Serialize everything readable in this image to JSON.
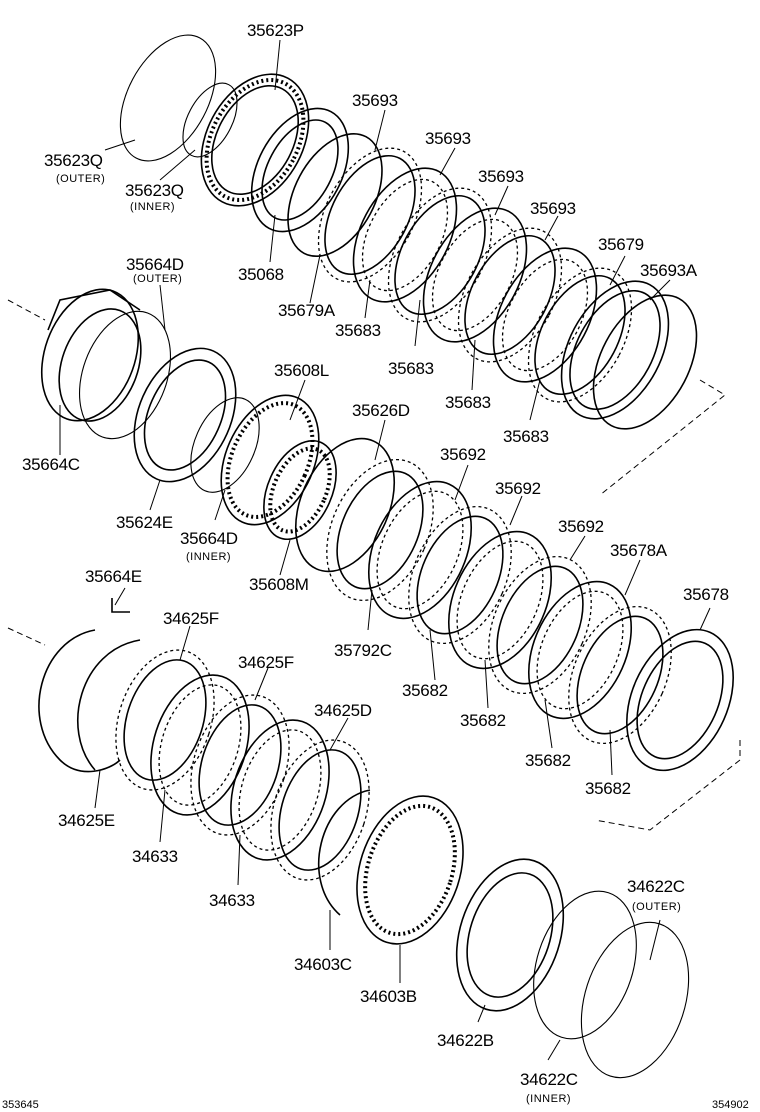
{
  "parts": [
    {
      "id": "p1",
      "label": "35623P"
    },
    {
      "id": "p2",
      "label": "35623Q",
      "sub": "(OUTER)"
    },
    {
      "id": "p3",
      "label": "35623Q",
      "sub": "(INNER)"
    },
    {
      "id": "p4",
      "label": "35693"
    },
    {
      "id": "p5",
      "label": "35693"
    },
    {
      "id": "p6",
      "label": "35693"
    },
    {
      "id": "p7",
      "label": "35693"
    },
    {
      "id": "p8",
      "label": "35679"
    },
    {
      "id": "p9",
      "label": "35693A"
    },
    {
      "id": "p10",
      "label": "35068"
    },
    {
      "id": "p11",
      "label": "35679A"
    },
    {
      "id": "p12",
      "label": "35683"
    },
    {
      "id": "p13",
      "label": "35683"
    },
    {
      "id": "p14",
      "label": "35683"
    },
    {
      "id": "p15",
      "label": "35683"
    },
    {
      "id": "p16",
      "label": "35664D",
      "sub": "(OUTER)"
    },
    {
      "id": "p17",
      "label": "35664C"
    },
    {
      "id": "p18",
      "label": "35608L"
    },
    {
      "id": "p19",
      "label": "35626D"
    },
    {
      "id": "p20",
      "label": "35624E"
    },
    {
      "id": "p21",
      "label": "35664D",
      "sub": "(INNER)"
    },
    {
      "id": "p22",
      "label": "35608M"
    },
    {
      "id": "p23",
      "label": "35692"
    },
    {
      "id": "p24",
      "label": "35692"
    },
    {
      "id": "p25",
      "label": "35692"
    },
    {
      "id": "p26",
      "label": "35678A"
    },
    {
      "id": "p27",
      "label": "35678"
    },
    {
      "id": "p28",
      "label": "35792C"
    },
    {
      "id": "p29",
      "label": "35682"
    },
    {
      "id": "p30",
      "label": "35682"
    },
    {
      "id": "p31",
      "label": "35682"
    },
    {
      "id": "p32",
      "label": "35682"
    },
    {
      "id": "p33",
      "label": "35664E"
    },
    {
      "id": "p34",
      "label": "34625F"
    },
    {
      "id": "p35",
      "label": "34625F"
    },
    {
      "id": "p36",
      "label": "34625D"
    },
    {
      "id": "p37",
      "label": "34625E"
    },
    {
      "id": "p38",
      "label": "34633"
    },
    {
      "id": "p39",
      "label": "34633"
    },
    {
      "id": "p40",
      "label": "34603C"
    },
    {
      "id": "p41",
      "label": "34603B"
    },
    {
      "id": "p42",
      "label": "34622C",
      "sub": "(OUTER)"
    },
    {
      "id": "p43",
      "label": "34622B"
    },
    {
      "id": "p44",
      "label": "34622C",
      "sub": "(INNER)"
    }
  ],
  "footer": {
    "left_code": "353645",
    "right_code": "354902"
  }
}
